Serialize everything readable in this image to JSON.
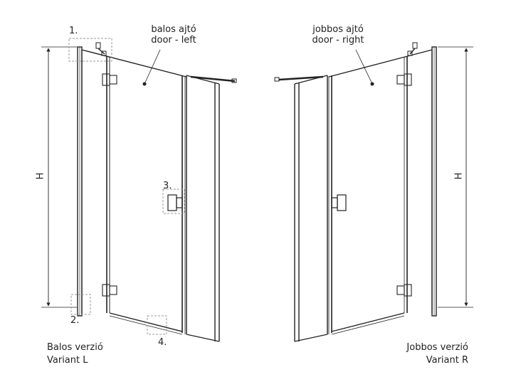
{
  "left": {
    "door_label": "balos ajtó",
    "door_label_en": "door - left",
    "dim": "H",
    "callouts": [
      "1.",
      "2.",
      "3.",
      "4."
    ],
    "caption": "Balos verzió",
    "caption_en": "Variant L"
  },
  "right": {
    "door_label": "jobbos ajtó",
    "door_label_en": "door - right",
    "dim": "H",
    "caption": "Jobbos verzió",
    "caption_en": "Variant R"
  },
  "colors": {
    "line": "#222222",
    "dashed": "#9a9a9a"
  }
}
